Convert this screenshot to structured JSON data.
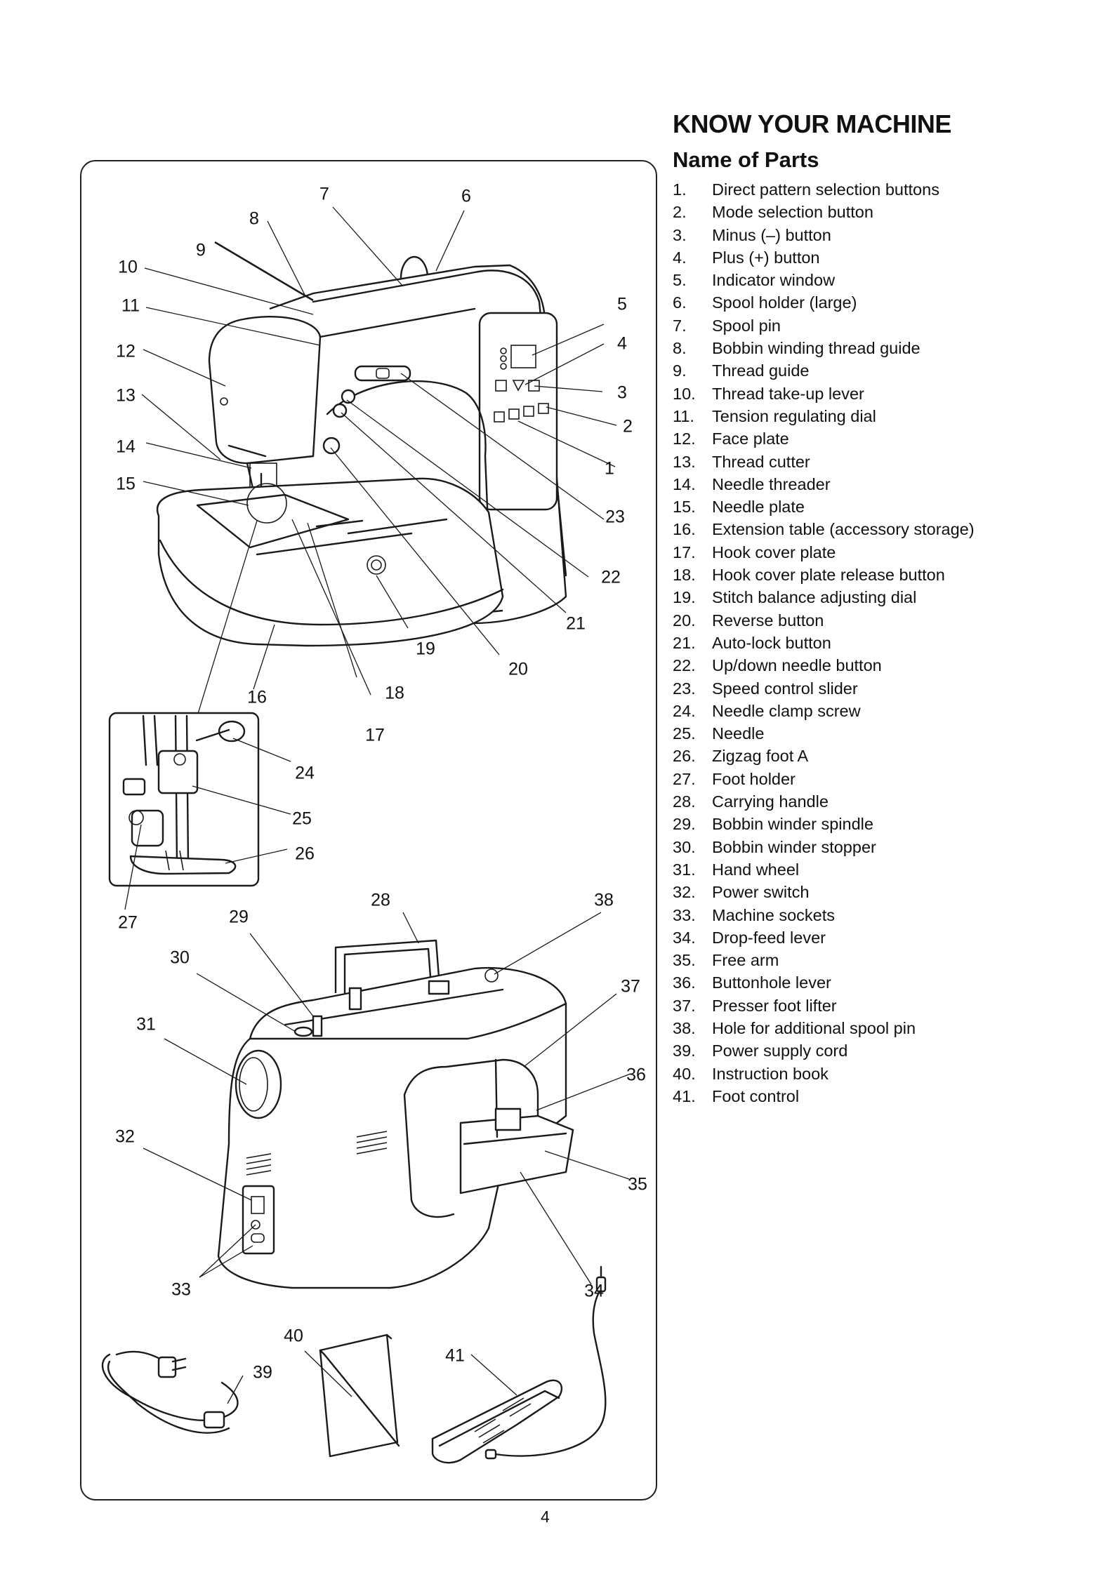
{
  "header": {
    "section_title": "KNOW YOUR MACHINE",
    "list_title": "Name of Parts"
  },
  "parts": [
    {
      "num": "1.",
      "name": "Direct pattern selection buttons"
    },
    {
      "num": "2.",
      "name": "Mode selection button"
    },
    {
      "num": "3.",
      "name": "Minus (–) button"
    },
    {
      "num": "4.",
      "name": "Plus (+) button"
    },
    {
      "num": "5.",
      "name": "Indicator window"
    },
    {
      "num": "6.",
      "name": "Spool holder (large)"
    },
    {
      "num": "7.",
      "name": "Spool pin"
    },
    {
      "num": "8.",
      "name": "Bobbin winding thread guide"
    },
    {
      "num": "9.",
      "name": "Thread guide"
    },
    {
      "num": "10.",
      "name": "Thread take-up lever"
    },
    {
      "num": "11.",
      "name": "Tension regulating dial"
    },
    {
      "num": "12.",
      "name": "Face plate"
    },
    {
      "num": "13.",
      "name": "Thread cutter"
    },
    {
      "num": "14.",
      "name": "Needle threader"
    },
    {
      "num": "15.",
      "name": "Needle plate"
    },
    {
      "num": "16.",
      "name": "Extension table (accessory storage)"
    },
    {
      "num": "17.",
      "name": "Hook cover plate"
    },
    {
      "num": "18.",
      "name": "Hook cover plate release button"
    },
    {
      "num": "19.",
      "name": "Stitch balance adjusting dial"
    },
    {
      "num": "20.",
      "name": "Reverse button"
    },
    {
      "num": "21.",
      "name": "Auto-lock button"
    },
    {
      "num": "22.",
      "name": "Up/down needle button"
    },
    {
      "num": "23.",
      "name": "Speed control slider"
    },
    {
      "num": "24.",
      "name": "Needle clamp screw"
    },
    {
      "num": "25.",
      "name": "Needle"
    },
    {
      "num": "26.",
      "name": "Zigzag foot A"
    },
    {
      "num": "27.",
      "name": "Foot holder"
    },
    {
      "num": "28.",
      "name": "Carrying handle"
    },
    {
      "num": "29.",
      "name": "Bobbin winder spindle"
    },
    {
      "num": "30.",
      "name": "Bobbin winder stopper"
    },
    {
      "num": "31.",
      "name": "Hand wheel"
    },
    {
      "num": "32.",
      "name": "Power switch"
    },
    {
      "num": "33.",
      "name": "Machine sockets"
    },
    {
      "num": "34.",
      "name": "Drop-feed lever"
    },
    {
      "num": "35.",
      "name": "Free arm"
    },
    {
      "num": "36.",
      "name": "Buttonhole lever"
    },
    {
      "num": "37.",
      "name": "Presser foot lifter"
    },
    {
      "num": "38.",
      "name": "Hole for additional spool pin"
    },
    {
      "num": "39.",
      "name": "Power supply cord"
    },
    {
      "num": "40.",
      "name": "Instruction book"
    },
    {
      "num": "41.",
      "name": "Foot control"
    }
  ],
  "figure": {
    "front_labels": [
      "1",
      "2",
      "3",
      "4",
      "5",
      "6",
      "7",
      "8",
      "9",
      "10",
      "11",
      "12",
      "13",
      "14",
      "15",
      "16",
      "17",
      "18",
      "19",
      "20",
      "21",
      "22",
      "23"
    ],
    "inset_labels": [
      "24",
      "25",
      "26",
      "27"
    ],
    "rear_labels": [
      "28",
      "29",
      "30",
      "31",
      "32",
      "33",
      "34",
      "35",
      "36",
      "37",
      "38"
    ],
    "accessory_labels": [
      "39",
      "40",
      "41"
    ]
  },
  "footer": {
    "page_number": "4"
  }
}
